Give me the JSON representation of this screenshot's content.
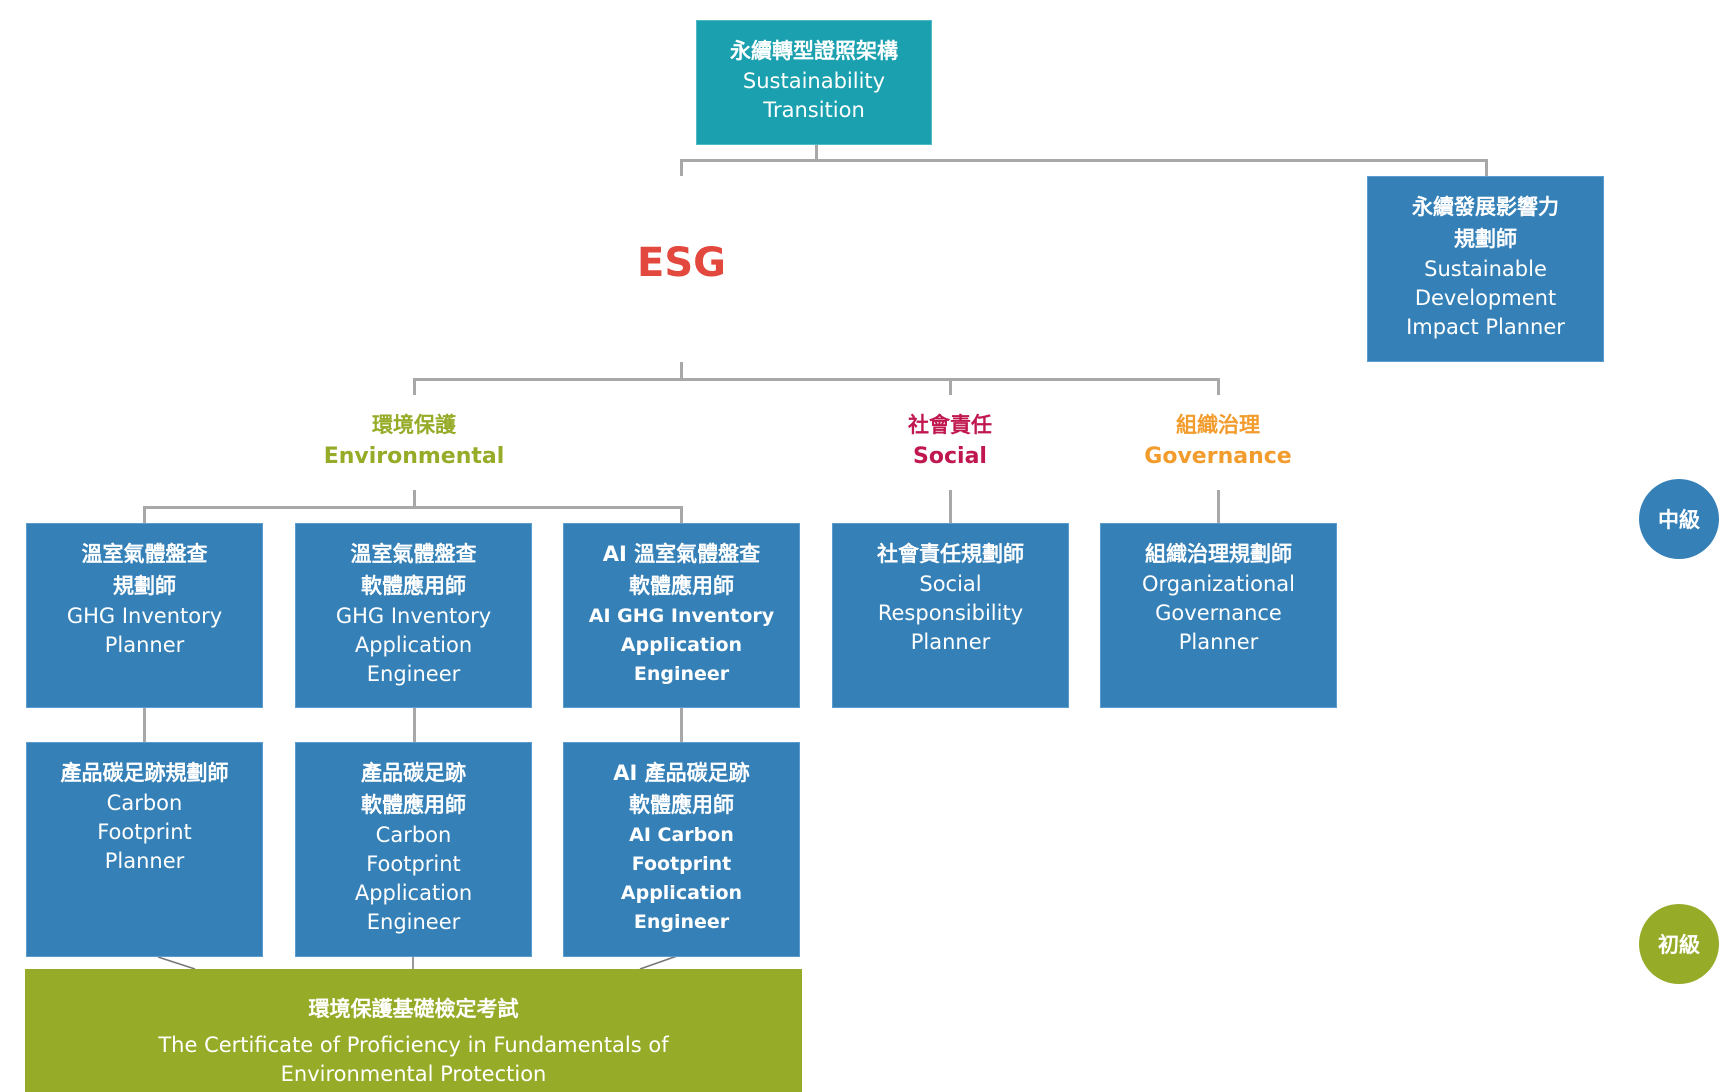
{
  "colors": {
    "teal": "#1aa0ae",
    "blue": "#3480b7",
    "green": "#96ab28",
    "esg_red": "#e2483d",
    "environmental": "#96ab28",
    "social": "#c0174f",
    "governance": "#f39c2e",
    "connector": "#a8a8a8"
  },
  "root": {
    "zh": "永續轉型證照架構",
    "en": [
      "Sustainability",
      "Transition"
    ]
  },
  "sdip": {
    "zh": [
      "永續發展影響力",
      "規劃師"
    ],
    "en": [
      "Sustainable",
      "Development",
      "Impact Planner"
    ]
  },
  "esg_label": "ESG",
  "categories": {
    "environmental": {
      "zh": "環境保護",
      "en": "Environmental"
    },
    "social": {
      "zh": "社會責任",
      "en": "Social"
    },
    "governance": {
      "zh": "組織治理",
      "en": "Governance"
    }
  },
  "intermediate": [
    {
      "zh": [
        "溫室氣體盤查",
        "規劃師"
      ],
      "en": [
        "GHG Inventory",
        "Planner"
      ]
    },
    {
      "zh": [
        "溫室氣體盤查",
        "軟體應用師"
      ],
      "en": [
        "GHG Inventory",
        "Application",
        "Engineer"
      ]
    },
    {
      "zh": [
        "AI 溫室氣體盤查",
        "軟體應用師"
      ],
      "en": [
        "AI GHG Inventory",
        "Application",
        "Engineer"
      ]
    },
    {
      "zh": [
        "社會責任規劃師"
      ],
      "en": [
        "Social",
        "Responsibility",
        "Planner"
      ]
    },
    {
      "zh": [
        "組織治理規劃師"
      ],
      "en": [
        "Organizational",
        "Governance",
        "Planner"
      ]
    }
  ],
  "beginner": [
    {
      "zh": [
        "產品碳足跡規劃師"
      ],
      "en": [
        "Carbon",
        "Footprint",
        "Planner"
      ]
    },
    {
      "zh": [
        "產品碳足跡",
        "軟體應用師"
      ],
      "en": [
        "Carbon",
        "Footprint",
        "Application",
        "Engineer"
      ]
    },
    {
      "zh": [
        "AI 產品碳足跡",
        "軟體應用師"
      ],
      "en": [
        "AI Carbon",
        "Footprint",
        "Application",
        "Engineer"
      ]
    }
  ],
  "foundation": {
    "zh": "環境保護基礎檢定考試",
    "en": [
      "The Certificate of Proficiency in Fundamentals of",
      "Environmental Protection"
    ]
  },
  "levels": {
    "intermediate": "中級",
    "beginner": "初級"
  }
}
